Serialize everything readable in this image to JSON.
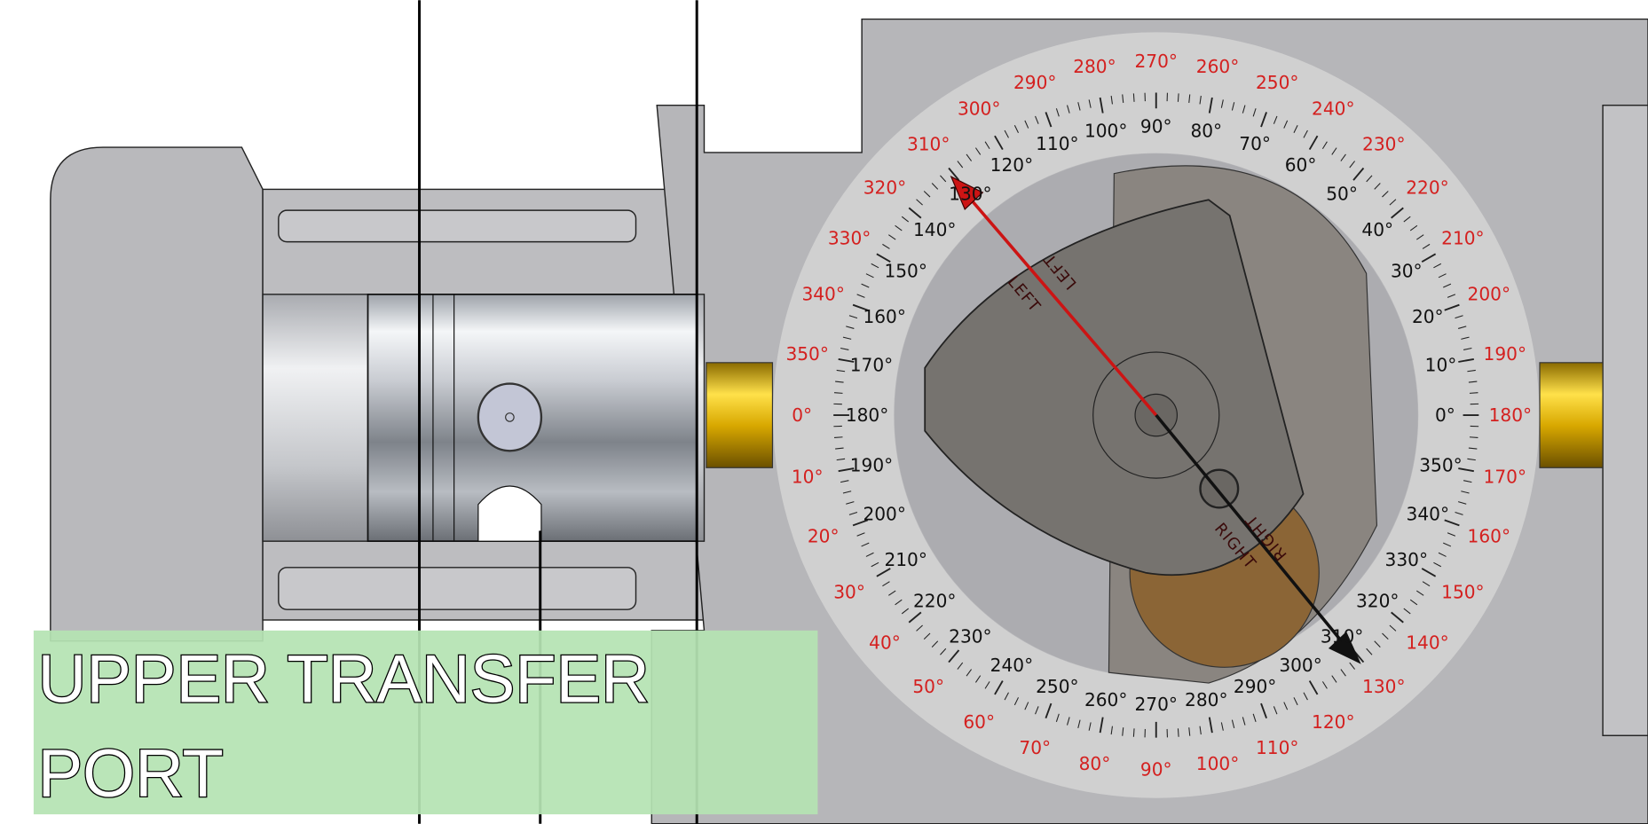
{
  "caption": {
    "line1": "UPPER TRANSFER",
    "line2": "PORT",
    "background": "#b5e3b3"
  },
  "degree_wheel": {
    "outer_scale_color": "#d4201f",
    "inner_scale_color": "#111111",
    "outer_labels": [
      0,
      10,
      20,
      30,
      40,
      50,
      60,
      70,
      80,
      90,
      100,
      110,
      120,
      130,
      140,
      150,
      160,
      170,
      180,
      190,
      200,
      210,
      220,
      230,
      240,
      250,
      260,
      270,
      280,
      290,
      300,
      310,
      320,
      330,
      340,
      350
    ],
    "inner_labels": [
      0,
      10,
      20,
      30,
      40,
      50,
      60,
      70,
      80,
      90,
      100,
      110,
      120,
      130,
      140,
      150,
      160,
      170,
      180,
      190,
      200,
      210,
      220,
      230,
      240,
      250,
      260,
      270,
      280,
      290,
      300,
      310,
      320,
      330,
      340,
      350
    ],
    "degree_symbol": "°"
  },
  "pointers": {
    "left_label": "LEFT",
    "left_label_mirrored": "LEFT",
    "right_label": "RIGHT",
    "right_label_mirrored": "RIGHT",
    "left_color": "#cc1414",
    "right_color": "#111111",
    "left_reading_outer_deg": 310,
    "right_reading_outer_deg": 130
  },
  "colors": {
    "housing": "#b9b9bc",
    "shaft": "#e0b800",
    "crank": "#7a7773"
  }
}
